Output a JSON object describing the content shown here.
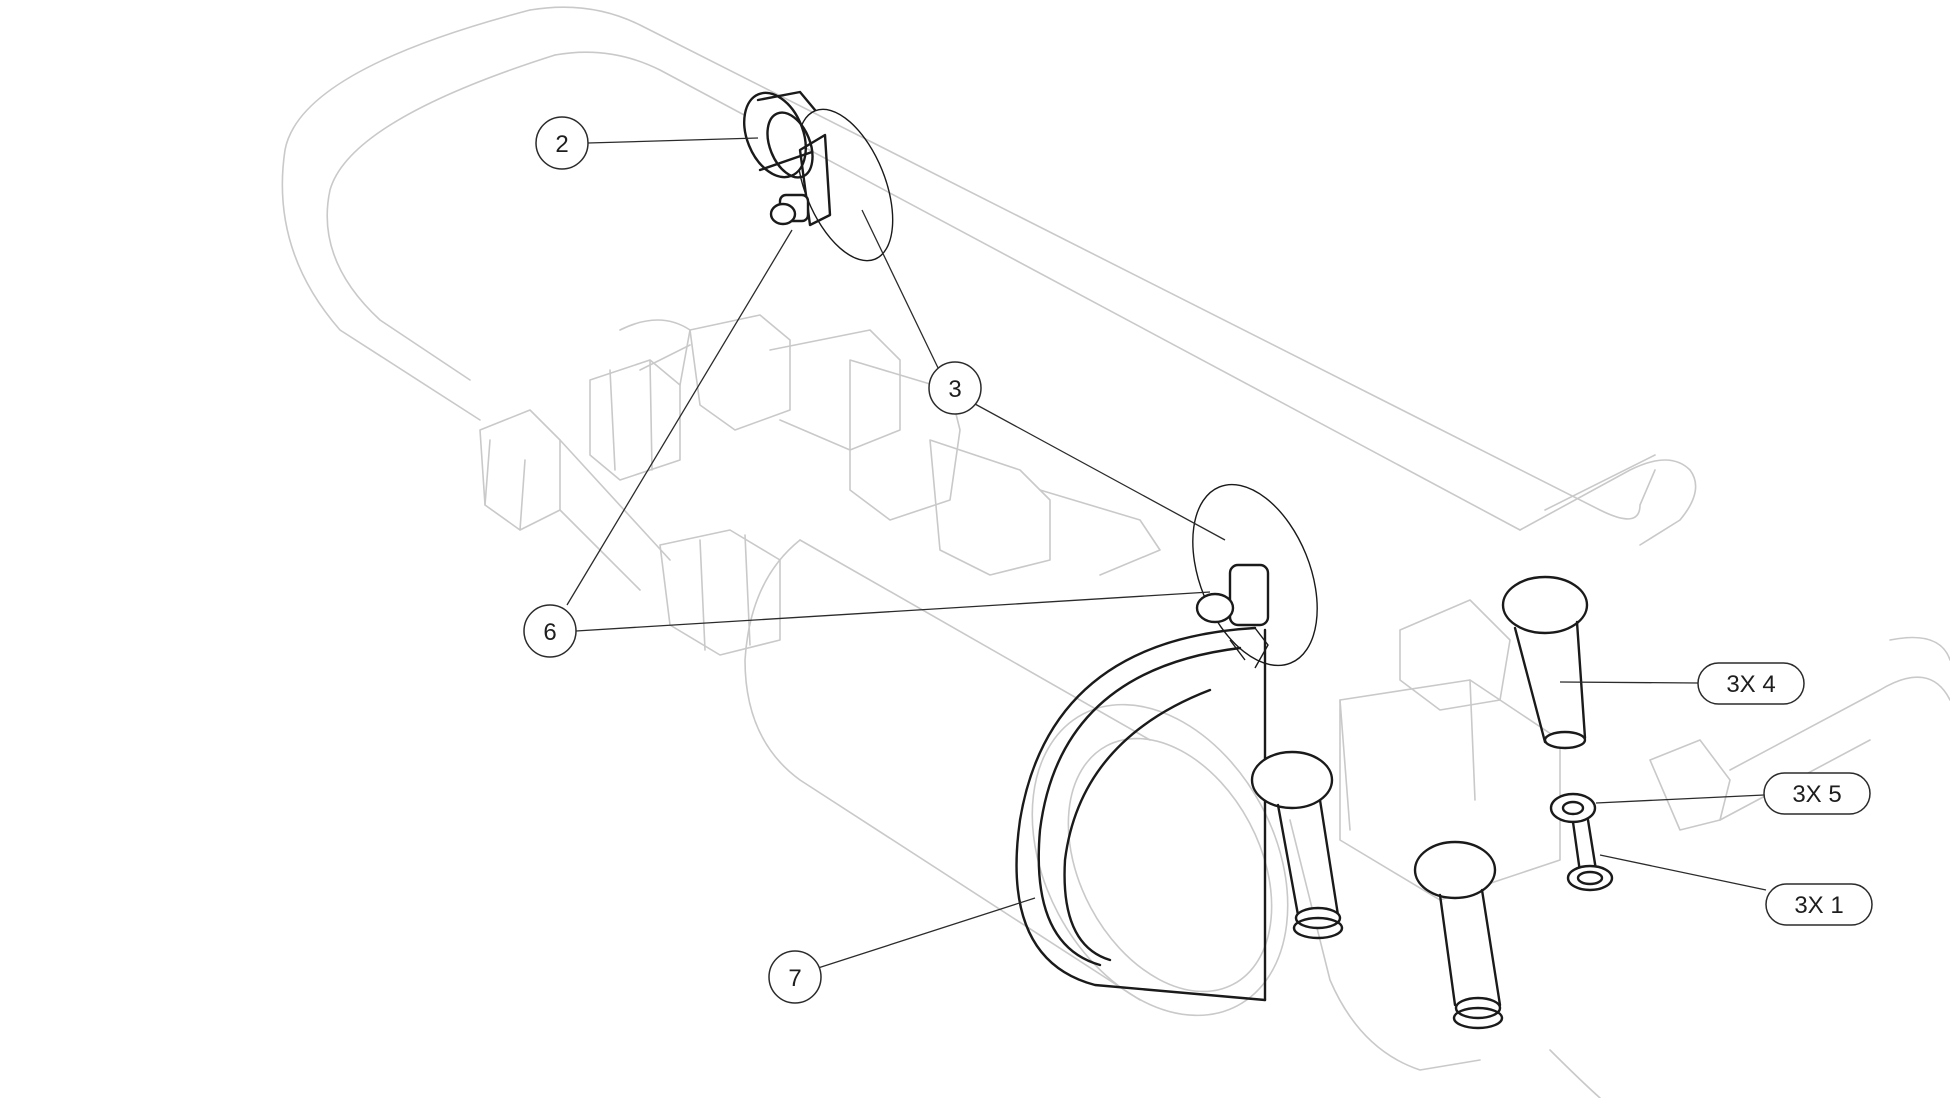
{
  "diagram": {
    "callouts": [
      {
        "id": "c2",
        "label": "2"
      },
      {
        "id": "c3",
        "label": "3"
      },
      {
        "id": "c6",
        "label": "6"
      },
      {
        "id": "c7",
        "label": "7"
      },
      {
        "id": "c3x4",
        "label": "3X 4"
      },
      {
        "id": "c3x5",
        "label": "3X 5"
      },
      {
        "id": "c3x1",
        "label": "3X 1"
      }
    ]
  }
}
